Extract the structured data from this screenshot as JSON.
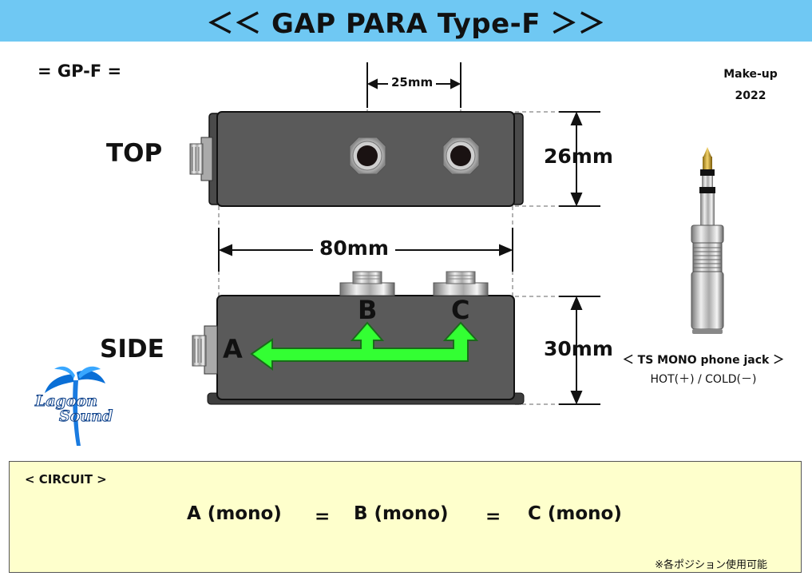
{
  "header": {
    "title": "＜＜ GAP PARA Type-F ＞＞"
  },
  "model": "= GP-F =",
  "makeup": {
    "line1": "Make-up",
    "line2": "2022"
  },
  "views": {
    "top": "TOP",
    "side": "SIDE"
  },
  "dimensions": {
    "jack_spacing": "25mm",
    "width": "80mm",
    "top_height": "26mm",
    "side_height": "30mm"
  },
  "ports": {
    "a": "A",
    "b": "B",
    "c": "C"
  },
  "jack": {
    "title": "＜ TS MONO phone jack ＞",
    "subtitle": "HOT(＋) / COLD(－)"
  },
  "logo": {
    "line1": "Lagoon",
    "line2": "Sound"
  },
  "circuit": {
    "title": "< CIRCUIT >",
    "a": "A (mono)",
    "eq1": "=",
    "b": "B (mono)",
    "eq2": "=",
    "c": "C (mono)",
    "note": "※各ポジション使用可能"
  },
  "colors": {
    "banner": "#6fc8f3",
    "arrow": "#33ff33",
    "box": "#5a5a5a",
    "circuit_bg": "#feffcc"
  }
}
